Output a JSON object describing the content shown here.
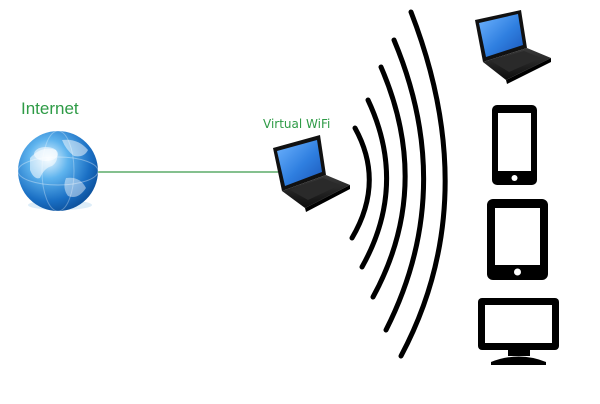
{
  "labels": {
    "internet": "Internet",
    "virtual_wifi": "Virtual WiFi"
  },
  "colors": {
    "label_green": "#2e9b46",
    "connection_line": "#3a9a4a",
    "wave": "#000000",
    "globe_light": "#bfe6ff",
    "globe_mid": "#2f8fd8",
    "globe_dark": "#0b4f9a",
    "screen_blue": "#2f7fe0",
    "device_body": "#111111"
  },
  "icons": {
    "source": "globe-icon",
    "hotspot": "laptop-icon",
    "clients": [
      "laptop-icon",
      "phone-icon",
      "tablet-icon",
      "monitor-icon"
    ]
  },
  "signal": {
    "wave_count": 5
  }
}
